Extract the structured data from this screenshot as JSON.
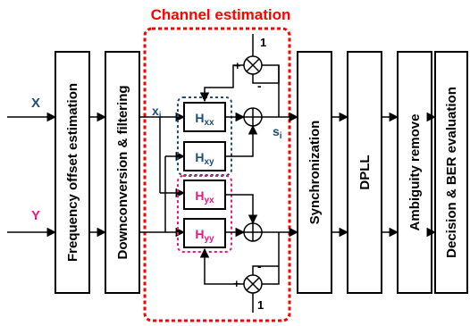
{
  "title": "Channel estimation",
  "inputs": {
    "x": "X",
    "y": "Y"
  },
  "signals": {
    "x_i": "x",
    "x_i_sub": "i",
    "s_i": "s",
    "s_i_sub": "i"
  },
  "blocks": {
    "freq_offset": "Frequency offset estimation",
    "downconversion": "Downconversion & filtering",
    "synchronization": "Synchronization",
    "dpll": "DPLL",
    "ambiguity": "Ambiguity remove",
    "decision": "Decision & BER evaluation"
  },
  "filters": [
    {
      "main": "H",
      "sub": "xx"
    },
    {
      "main": "H",
      "sub": "xy"
    },
    {
      "main": "H",
      "sub": "yx"
    },
    {
      "main": "H",
      "sub": "yy"
    }
  ],
  "signs": {
    "plus": "+",
    "minus": "-",
    "one": "1"
  },
  "colors": {
    "title": "#ff0000",
    "channel_border": "#ff0000",
    "x_group": "#1f4e79",
    "y_group": "#e6197f",
    "line": "#000000"
  }
}
